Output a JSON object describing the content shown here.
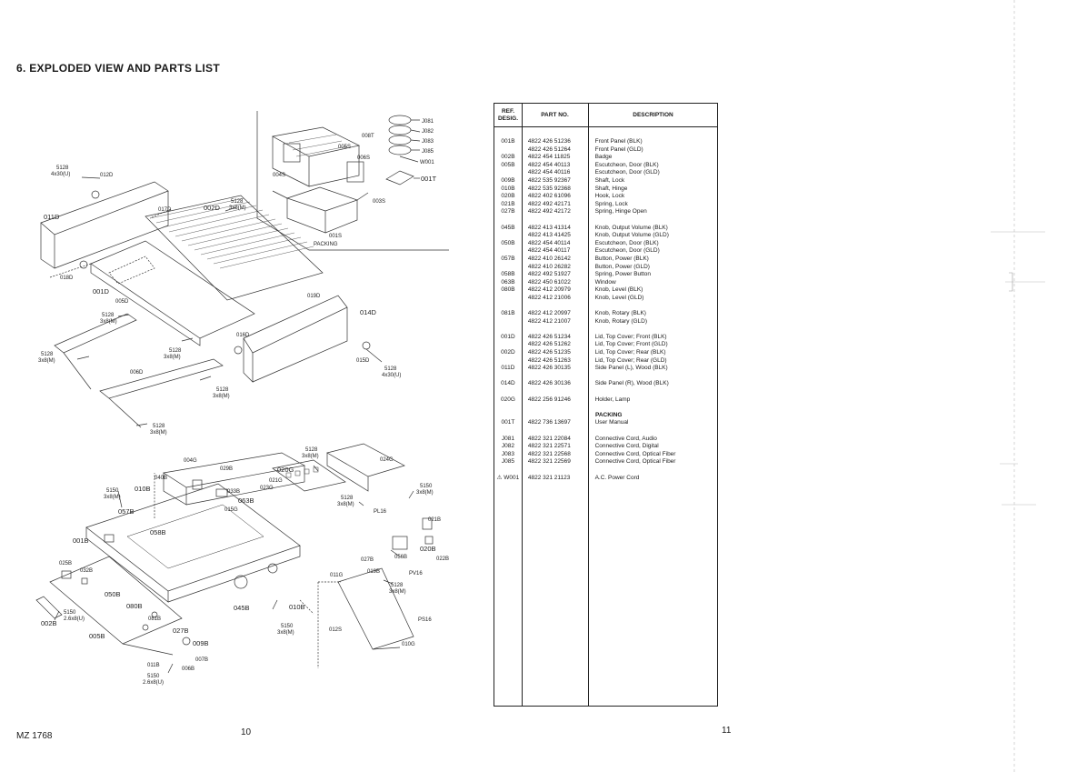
{
  "page": {
    "title": "6. EXPLODED VIEW AND PARTS LIST",
    "model_code": "MZ 1768",
    "page_left": "10",
    "page_right": "11"
  },
  "diagram": {
    "labels": {
      "j081": "J081",
      "j082": "J082",
      "j083": "J083",
      "j085": "J085",
      "w001": "W001",
      "p008t": "008T",
      "p005s": "005S",
      "p006s": "006S",
      "p004s": "004S",
      "p003s": "003S",
      "p001t": "001T",
      "p001s": "001S",
      "packing": "PACKING",
      "screw1": "5128",
      "screw1b": "4x30(U)",
      "p012d": "012D",
      "p011d": "011D",
      "p017d": "017D",
      "p002d": "002D",
      "screw2": "5128",
      "screw2b": "3x8(M)",
      "p018d": "018D",
      "p001d": "001D",
      "p005d": "005D",
      "p019d": "019D",
      "p014d": "014D",
      "screw3": "5128",
      "screw3b": "3x8(M)",
      "screw4": "5128",
      "screw4b": "3x8(M)",
      "screw5": "5128",
      "screw5b": "3x8(M)",
      "p006d": "006D",
      "p016d": "016D",
      "p015d": "015D",
      "screw6": "5128",
      "screw6b": "4x30(U)",
      "screw7": "5128",
      "screw7b": "3x8(M)",
      "screw8": "5128",
      "screw8b": "3x8(M)",
      "p004g": "004G",
      "p040b": "040B",
      "p029b": "029B",
      "p033b": "033B",
      "p010b": "010B",
      "p063b": "063B",
      "p015g": "015G",
      "screw9": "5150",
      "screw9b": "3x8(M)",
      "p057b": "057B",
      "p058b": "058B",
      "p001b": "001B",
      "p020g": "020G",
      "p021g": "021G",
      "p023g": "023G",
      "screw10": "5128",
      "screw10b": "3x8(M)",
      "p024g": "024G",
      "screw11": "5128",
      "screw11b": "3x8(M)",
      "pl16": "PL16",
      "screw12": "5150",
      "screw12b": "3x8(M)",
      "p021b": "021B",
      "p020b": "020B",
      "p022b": "022B",
      "p027b": "027B",
      "p019b": "019B",
      "p056b": "056B",
      "pv16": "PV16",
      "p025b": "025B",
      "p032b": "032B",
      "p050b": "050B",
      "p080b": "080B",
      "p081b": "081B",
      "p045b": "045B",
      "p010b2": "010B",
      "p011g": "011G",
      "screw13": "5128",
      "screw13b": "3x8(M)",
      "screw14": "5150",
      "screw14b": "2.6x8(U)",
      "p002b": "002B",
      "p005b": "005B",
      "p027b2": "027B",
      "p009b": "009B",
      "p007b": "007B",
      "p011b": "011B",
      "p006b": "006B",
      "screw15": "5150",
      "screw15b": "2.6x8(U)",
      "screw16": "5150",
      "screw16b": "3x8(M)",
      "p012s": "012S",
      "ps16": "PS16",
      "p010g": "010G"
    }
  },
  "parts_table": {
    "headers": {
      "ref_line1": "REF.",
      "ref_line2": "DESIG.",
      "part_no": "PART NO.",
      "description": "DESCRIPTION"
    },
    "groups": [
      {
        "rows": [
          {
            "ref": "001B",
            "part": "4822 426 51236",
            "desc": "Front Panel (BLK)"
          },
          {
            "ref": "",
            "part": "4822 426 51264",
            "desc": "Front Panel (GLD)"
          },
          {
            "ref": "002B",
            "part": "4822 454 11825",
            "desc": "Badge"
          },
          {
            "ref": "005B",
            "part": "4822 454 40113",
            "desc": "Escutcheon, Door (BLK)"
          },
          {
            "ref": "",
            "part": "4822 454 40116",
            "desc": "Escutcheon, Door (GLD)"
          },
          {
            "ref": "009B",
            "part": "4822 535 92367",
            "desc": "Shaft, Lock"
          },
          {
            "ref": "010B",
            "part": "4822 535 92368",
            "desc": "Shaft, Hinge"
          },
          {
            "ref": "020B",
            "part": "4822 402 61096",
            "desc": "Hook, Lock"
          },
          {
            "ref": "021B",
            "part": "4822 492 42171",
            "desc": "Spring, Lock"
          },
          {
            "ref": "027B",
            "part": "4822 492 42172",
            "desc": "Spring, Hinge Open"
          }
        ]
      },
      {
        "rows": [
          {
            "ref": "045B",
            "part": "4822 413 41314",
            "desc": "Knob, Output Volume (BLK)"
          },
          {
            "ref": "",
            "part": "4822 413 41425",
            "desc": "Knob, Output Volume (GLD)"
          },
          {
            "ref": "050B",
            "part": "4822 454 40114",
            "desc": "Escutcheon, Door (BLK)"
          },
          {
            "ref": "",
            "part": "4822 454 40117",
            "desc": "Escutcheon, Door (GLD)"
          },
          {
            "ref": "057B",
            "part": "4822 410 26142",
            "desc": "Button, Power (BLK)"
          },
          {
            "ref": "",
            "part": "4822 410 26282",
            "desc": "Button, Power (GLD)"
          },
          {
            "ref": "058B",
            "part": "4822 492 51927",
            "desc": "Spring, Power Button"
          },
          {
            "ref": "063B",
            "part": "4822 450 61022",
            "desc": "Window"
          },
          {
            "ref": "080B",
            "part": "4822 412 20979",
            "desc": "Knob, Level (BLK)"
          },
          {
            "ref": "",
            "part": "4822 412 21006",
            "desc": "Knob, Level (GLD)"
          }
        ]
      },
      {
        "rows": [
          {
            "ref": "081B",
            "part": "4822 412 20997",
            "desc": "Knob, Rotary (BLK)"
          },
          {
            "ref": "",
            "part": "4822 412 21007",
            "desc": "Knob, Rotary (GLD)"
          }
        ]
      },
      {
        "rows": [
          {
            "ref": "001D",
            "part": "4822 426 51234",
            "desc": "Lid, Top Cover; Front (BLK)"
          },
          {
            "ref": "",
            "part": "4822 426 51262",
            "desc": "Lid, Top Cover; Front (GLD)"
          },
          {
            "ref": "002D",
            "part": "4822 426 51235",
            "desc": "Lid, Top Cover; Rear (BLK)"
          },
          {
            "ref": "",
            "part": "4822 426 51263",
            "desc": "Lid, Top Cover; Rear (GLD)"
          },
          {
            "ref": "011D",
            "part": "4822 426 30135",
            "desc": "Side Panel (L), Wood (BLK)"
          }
        ]
      },
      {
        "rows": [
          {
            "ref": "014D",
            "part": "4822 426 30136",
            "desc": "Side Panel (R), Wood (BLK)"
          }
        ]
      },
      {
        "rows": [
          {
            "ref": "020G",
            "part": "4822 256 91246",
            "desc": "Holder, Lamp"
          }
        ]
      },
      {
        "heading": "PACKING",
        "rows": [
          {
            "ref": "001T",
            "part": "4822 736 13697",
            "desc": "User Manual"
          }
        ]
      },
      {
        "rows": [
          {
            "ref": "J081",
            "part": "4822 321 22084",
            "desc": "Connective Cord, Audio"
          },
          {
            "ref": "J082",
            "part": "4822 321 22571",
            "desc": "Connective Cord, Digital"
          },
          {
            "ref": "J083",
            "part": "4822 321 22568",
            "desc": "Connective Cord, Optical Fiber"
          },
          {
            "ref": "J085",
            "part": "4822 321 22569",
            "desc": "Connective Cord, Optical Fiber"
          }
        ]
      },
      {
        "rows": [
          {
            "ref": "⚠ W001",
            "part": "4822 321 21123",
            "desc": "A.C. Power Cord"
          }
        ]
      }
    ]
  }
}
